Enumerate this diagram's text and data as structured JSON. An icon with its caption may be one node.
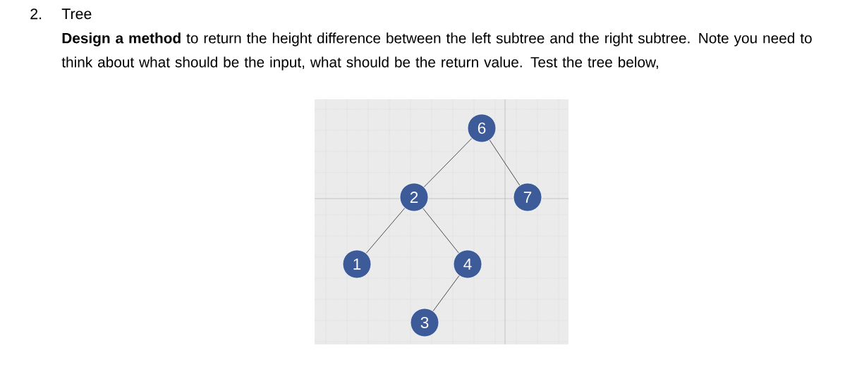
{
  "diagram": {
    "title": "Tree",
    "nodes": [
      {
        "text": [
          "6"
        ]
      },
      {
        "text": [
          "2"
        ]
      },
      {
        "text": [
          "7"
        ]
      },
      {
        "text": [
          "1"
        ]
      },
      {
        "text": [
          "4"
        ]
      },
      {
        "text": [
          "3"
        ]
      }
    ],
    "edges": [
      {
        "from": 0,
        "to": 1,
        "arrow": "none"
      },
      {
        "from": 0,
        "to": 2,
        "arrow": "none"
      },
      {
        "from": 1,
        "to": 3,
        "arrow": "none"
      },
      {
        "from": 1,
        "to": 4,
        "arrow": "none"
      },
      {
        "from": 4,
        "to": 5,
        "arrow": "none"
      }
    ],
    "labels": [
      "2.",
      "**Design a method** to return the height difference between the left subtree and the right subtree. Note you need to think about what should be the input, what should be the return value. Test the tree below,"
    ]
  }
}
